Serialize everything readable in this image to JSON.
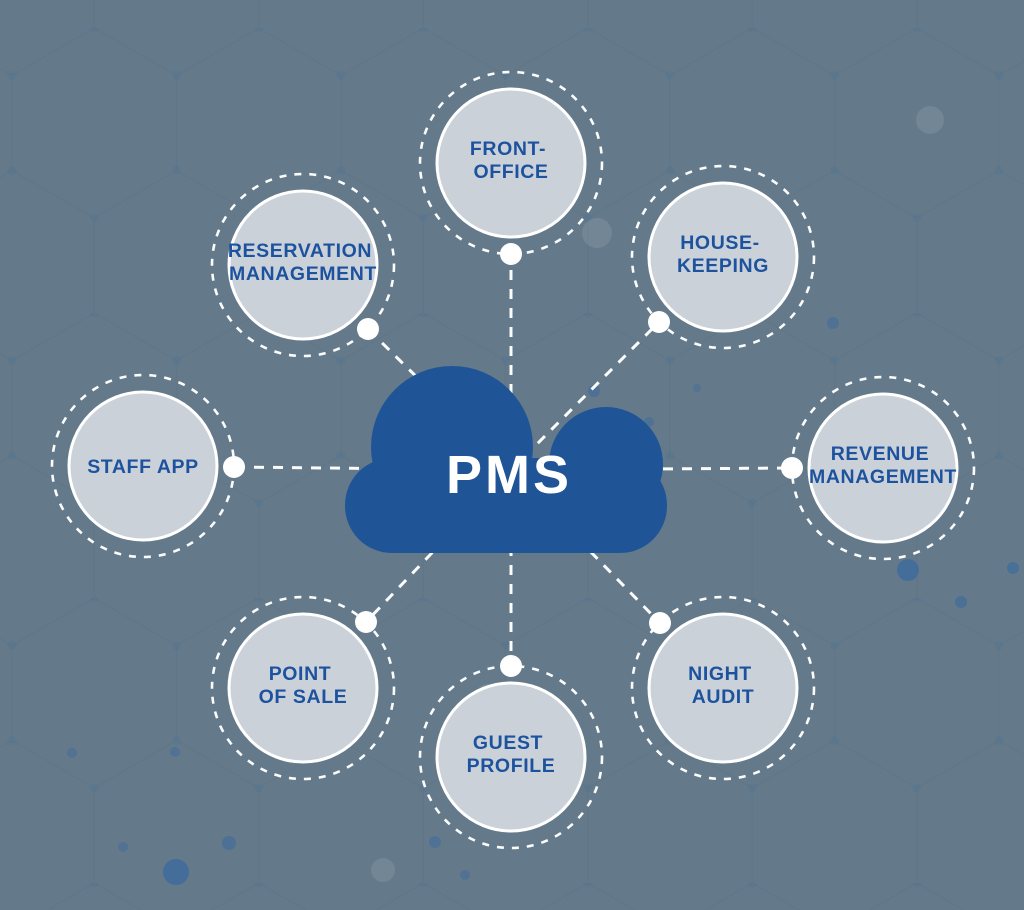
{
  "diagram": {
    "title": "PMS modules diagram",
    "center": {
      "label": "PMS"
    },
    "nodes": [
      {
        "id": "front-office",
        "label": "FRONT-OFFICE",
        "lines": [
          "FRONT-",
          "OFFICE"
        ]
      },
      {
        "id": "house-keeping",
        "label": "HOUSE-KEEPING",
        "lines": [
          "HOUSE-",
          "KEEPING"
        ]
      },
      {
        "id": "revenue-management",
        "label": "REVENUE MANAGEMENT",
        "lines": [
          "REVENUE",
          "MANAGEMENT"
        ]
      },
      {
        "id": "night-audit",
        "label": "NIGHT AUDIT",
        "lines": [
          "NIGHT",
          "AUDIT"
        ]
      },
      {
        "id": "guest-profile",
        "label": "GUEST PROFILE",
        "lines": [
          "GUEST",
          "PROFILE"
        ]
      },
      {
        "id": "point-of-sale",
        "label": "POINT OF SALE",
        "lines": [
          "POINT",
          "OF SALE"
        ]
      },
      {
        "id": "staff-app",
        "label": "STAFF APP",
        "lines": [
          "STAFF APP"
        ]
      },
      {
        "id": "reservation-management",
        "label": "RESERVATION MANAGEMENT",
        "lines": [
          "RESERVATION",
          "MANAGEMENT"
        ]
      }
    ],
    "colors": {
      "background": "#64798a",
      "cloud": "#1f5596",
      "label_text": "#1d539e",
      "node_fill": "#cbd1d8",
      "node_stroke": "#ffffff",
      "connector": "#ffffff",
      "pattern_line": "#4e6375",
      "pattern_dot": "#3a6b9d"
    }
  }
}
